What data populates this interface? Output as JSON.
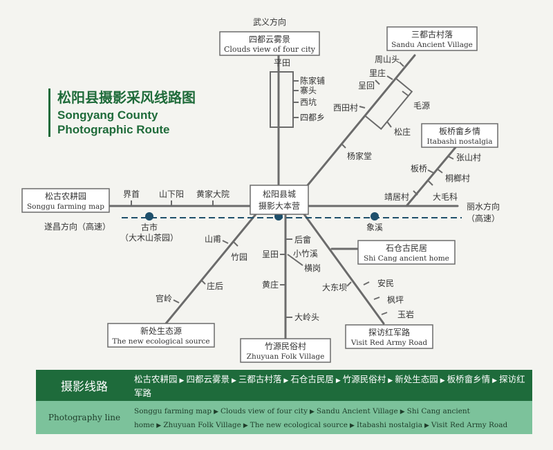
{
  "title": {
    "cn": "松阳县摄影采风线路图",
    "en_line1": "Songyang County",
    "en_line2": "Photographic Route"
  },
  "directions": {
    "wuyi": "武义方向",
    "suichang": "遂昌方向（高速）",
    "lishui_1": "丽水方向",
    "lishui_2": "（高速）"
  },
  "scenic": {
    "clouds": {
      "cn": "四都云雾景",
      "en": "Clouds view of four city"
    },
    "sandu": {
      "cn": "三都古村落",
      "en": "Sandu Ancient Village"
    },
    "itabashi": {
      "cn": "板桥畲乡情",
      "en": "Itabashi nostalgia"
    },
    "songgu": {
      "cn": "松古农耕园",
      "en": "Songgu farming map"
    },
    "center": {
      "line1": "松阳县城",
      "line2": "摄影大本营"
    },
    "shicang": {
      "cn": "石仓古民居",
      "en": "Shi Cang ancient home"
    },
    "ecological": {
      "cn": "新处生态源",
      "en": "The new ecological source"
    },
    "zhuyuan": {
      "cn": "竹源民俗村",
      "en": "Zhuyuan Folk Village"
    },
    "redarmy": {
      "cn": "探访红军路",
      "en": "Visit Red Army Road"
    }
  },
  "stations": {
    "gushi_1": "古市",
    "gushi_2": "（大木山茶园）",
    "xiangxi": "象溪"
  },
  "villages": {
    "pingtian": "平田",
    "chenjiapu": "陈家铺",
    "zhaitou": "寨头",
    "xikeng": "西坑",
    "siduxiang": "四都乡",
    "zhoushantou": "周山头",
    "lizhuang": "里庄",
    "chenghui": "呈回",
    "xitiancun": "西田村",
    "maoyuan": "毛源",
    "songzhuang": "松庄",
    "yangjiatang": "杨家堂",
    "zhangshancun": "张山村",
    "banqiao": "板桥",
    "tongxiangcun": "桐榔村",
    "jingjucun": "靖居村",
    "damaoke": "大毛科",
    "jieshou": "界首",
    "shanxiayang": "山下阳",
    "huangjiadayuan": "黄家大院",
    "shanpu": "山甫",
    "zhuyuan_v": "竹园",
    "zhuanghou": "庄后",
    "guanling": "官岭",
    "houshe": "后畲",
    "xiaozhuxi": "小竹溪",
    "chengtian": "呈田",
    "henggang": "横岗",
    "huangzhuang": "黄庄",
    "dalingtou": "大岭头",
    "dadongba": "大东坝",
    "anmin": "安民",
    "fengping": "枫坪",
    "yuyan": "玉岩"
  },
  "legend": {
    "cn_label": "摄影线路",
    "en_label": "Photography line",
    "cn_routes": [
      "松古农耕园",
      "四都云雾景",
      "三都古村落",
      "石仓古民居",
      "竹源民俗村",
      "新处生态园",
      "板桥畲乡情",
      "探访红军路"
    ],
    "en_routes": [
      "Songgu farming map",
      "Clouds view of four city",
      "Sandu Ancient Village",
      "Shi Cang ancient home",
      "Zhuyuan Folk Village",
      "The new ecological source",
      "Itabashi nostalgia",
      "Visit Red Army Road"
    ]
  },
  "colors": {
    "line": "#6b6b6b",
    "highway": "#1e4f6b",
    "station": "#1e4f6b",
    "legend_dark": "#1e6b3b",
    "legend_light": "#7cc29b",
    "title": "#1f6b3a"
  }
}
